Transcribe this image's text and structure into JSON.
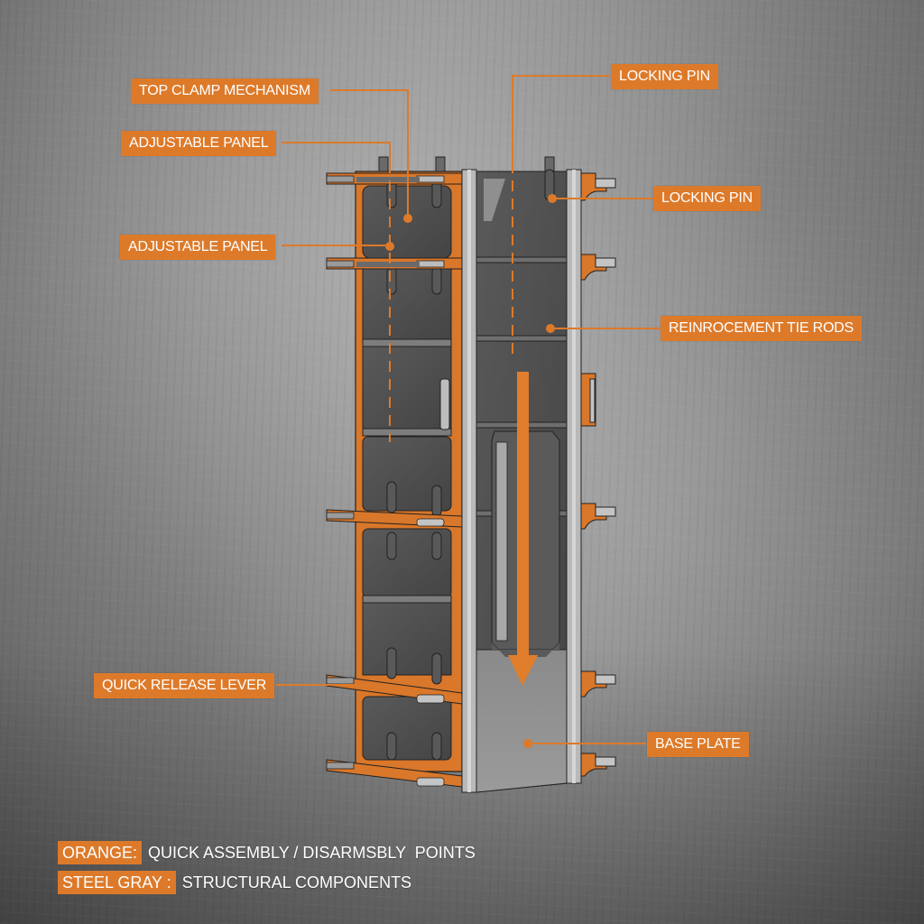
{
  "colors": {
    "accent_orange": "#dd7a2a",
    "steel_gray": "#8c8c8c",
    "panel_dark": "#4e4e4e",
    "background": "#9c9c9c"
  },
  "callouts": [
    {
      "id": "top-clamp-mechanism",
      "label": "TOP CLAMP MECHANISM"
    },
    {
      "id": "adjustable-panel-1",
      "label": "ADJUSTABLE PANEL"
    },
    {
      "id": "adjustable-panel-2",
      "label": "ADJUSTABLE PANEL"
    },
    {
      "id": "locking-pin-1",
      "label": "LOCKING PIN"
    },
    {
      "id": "locking-pin-2",
      "label": "LOCKING PIN"
    },
    {
      "id": "reinforcement-tie-rods",
      "label": "REINROCEMENT TIE RODS"
    },
    {
      "id": "quick-release-lever",
      "label": "QUICK RELEASE LEVER"
    },
    {
      "id": "base-plate",
      "label": "BASE PLATE"
    }
  ],
  "legend": [
    {
      "key": "ORANGE:",
      "description": "QUICK ASSEMBLY / DISARMSBLY  POINTS"
    },
    {
      "key": "STEEL GRAY :",
      "description": "STRUCTURAL COMPONENTS"
    }
  ],
  "icons": {
    "direction_arrow": "down-arrow-icon"
  }
}
